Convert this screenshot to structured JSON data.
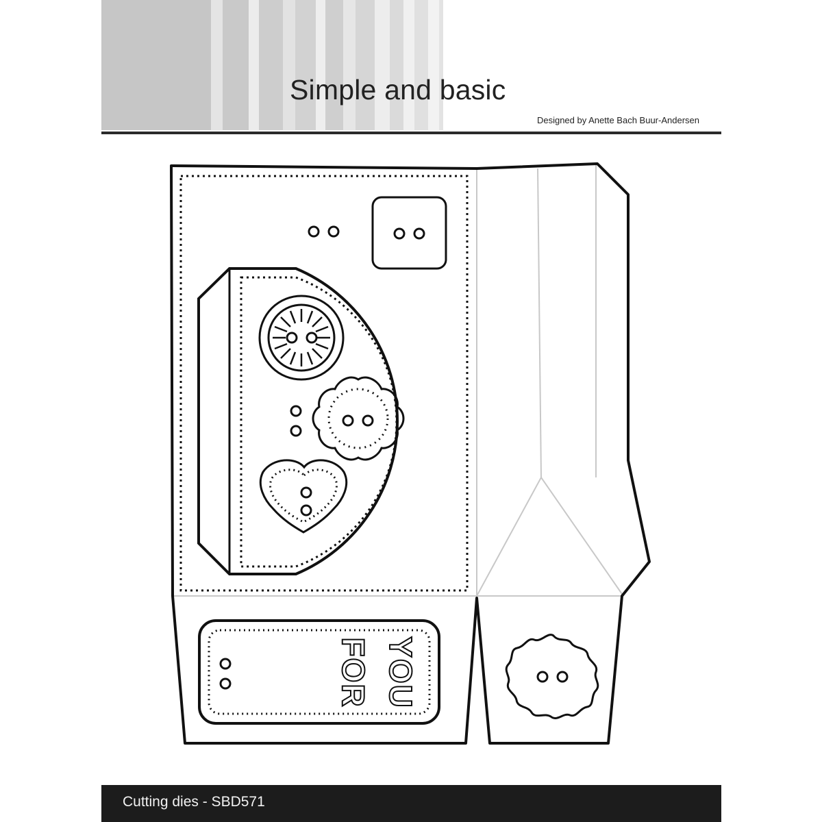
{
  "header": {
    "brand": "Simple and basic",
    "designer": "Designed by Anette Bach Buur-Andersen"
  },
  "tag": {
    "line1": "FOR",
    "line2": "YOU"
  },
  "footer": {
    "product": "Cutting dies - SBD571"
  },
  "colors": {
    "stripe_gray": "#c6c6c6",
    "stripe_light": "#e7e7e7",
    "header_rule": "#2b2b2b",
    "footer_bar": "#1c1c1c",
    "footer_text": "#f2f2f2",
    "cut_line": "#111111",
    "fold_line": "#c8c8c8"
  }
}
